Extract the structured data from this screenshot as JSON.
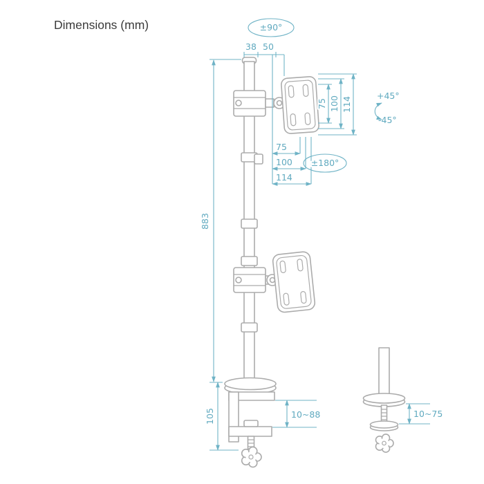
{
  "title": "Dimensions (mm)",
  "colors": {
    "outline": "#ababab",
    "dimension": "#6fb3c6",
    "title_text": "#3b3b3b",
    "background": "#ffffff"
  },
  "labels": {
    "rotation_top": "±90°",
    "dia_38": "38",
    "dia_50": "50",
    "vesa_v_75": "75",
    "vesa_v_100": "100",
    "vesa_v_114": "114",
    "tilt_plus": "+45°",
    "tilt_minus": "-45°",
    "vesa_h_75": "75",
    "vesa_h_100": "100",
    "vesa_h_114": "114",
    "rotation_mid": "±180°",
    "pole_height": "883",
    "clamp_height": "105",
    "clamp_range": "10~88",
    "grommet_range": "10~75"
  }
}
